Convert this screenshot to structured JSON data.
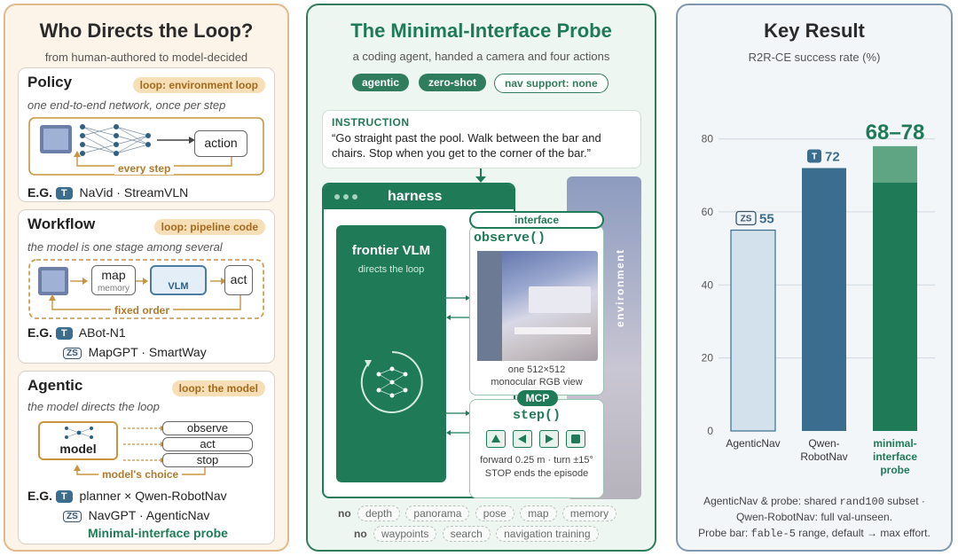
{
  "left": {
    "title": "Who Directs the Loop?",
    "subtitle": "from human-authored to model-decided",
    "policy": {
      "name": "Policy",
      "tag": "loop: environment loop",
      "desc": "one end-to-end network, once per step",
      "action_label": "action",
      "loop_label": "every step",
      "eg": "E.G.",
      "badge_t": "T",
      "examples": "NaVid · StreamVLN"
    },
    "workflow": {
      "name": "Workflow",
      "tag": "loop: pipeline code",
      "desc": "the model is one stage among several",
      "map_label": "map",
      "memory_label": "memory",
      "vlm_label": "VLM",
      "act_label": "act",
      "loop_label": "fixed order",
      "eg": "E.G.",
      "badge_t": "T",
      "example_t": "ABot-N1",
      "badge_zs": "ZS",
      "example_zs": "MapGPT · SmartWay"
    },
    "agentic": {
      "name": "Agentic",
      "tag": "loop: the model",
      "desc": "the model directs the loop",
      "model_label": "model",
      "options": [
        "observe",
        "act",
        "stop"
      ],
      "loop_label": "model's choice",
      "eg": "E.G.",
      "badge_t": "T",
      "example_t": "planner × Qwen-RobotNav",
      "badge_zs": "ZS",
      "example_zs": "NavGPT · AgenticNav",
      "highlight": "Minimal-interface probe"
    }
  },
  "middle": {
    "title": "The Minimal-Interface Probe",
    "subtitle": "a coding agent, handed a camera and four actions",
    "chips": [
      "agentic",
      "zero-shot",
      "nav support: none"
    ],
    "instruction_label": "INSTRUCTION",
    "instruction_text": "“Go straight past the pool. Walk between the bar and chairs. Stop when you get to the corner of the bar.”",
    "harness_label": "harness",
    "vlm_title": "frontier VLM",
    "vlm_sub": "directs the loop",
    "interface_label": "interface",
    "observe_fn": "observe()",
    "view_caption_1": "one 512×512",
    "view_caption_2": "monocular RGB view",
    "mcp_label": "MCP",
    "step_fn": "step()",
    "step_caption_1": "forward 0.25 m · turn ±15°",
    "step_caption_2": "STOP ends the episode",
    "environment_label": "environment",
    "no_label": "no",
    "no_row1": [
      "depth",
      "panorama",
      "pose",
      "map",
      "memory"
    ],
    "no_row2": [
      "waypoints",
      "search",
      "navigation training"
    ]
  },
  "right": {
    "title": "Key Result",
    "subtitle": "R2R-CE success rate (%)",
    "footnote_1a": "AgenticNav & probe: shared ",
    "footnote_1b": "rand100",
    "footnote_1c": " subset ·",
    "footnote_2": "Qwen-RobotNav: full val-unseen.",
    "footnote_3a": "Probe bar: ",
    "footnote_3b": "fable-5",
    "footnote_3c": " range, default → max effort."
  },
  "chart_data": {
    "type": "bar",
    "ylabel": "",
    "ylim": [
      0,
      85
    ],
    "yticks": [
      0,
      20,
      40,
      60,
      80
    ],
    "categories": [
      "AgenticNav",
      "Qwen-RobotNav",
      "minimal-interface probe"
    ],
    "category_lines": [
      [
        "AgenticNav"
      ],
      [
        "Qwen-",
        "RobotNav"
      ],
      [
        "minimal-",
        "interface",
        "probe"
      ]
    ],
    "values": [
      55,
      72,
      68
    ],
    "range_high": [
      null,
      null,
      78
    ],
    "value_labels": [
      "55",
      "72",
      "68–78"
    ],
    "badges": [
      "ZS",
      "T",
      ""
    ],
    "colors": [
      "#d3e1ec",
      "#3b6d8f",
      "#1f7a57"
    ],
    "range_color": "#5fa483",
    "grid": true
  }
}
